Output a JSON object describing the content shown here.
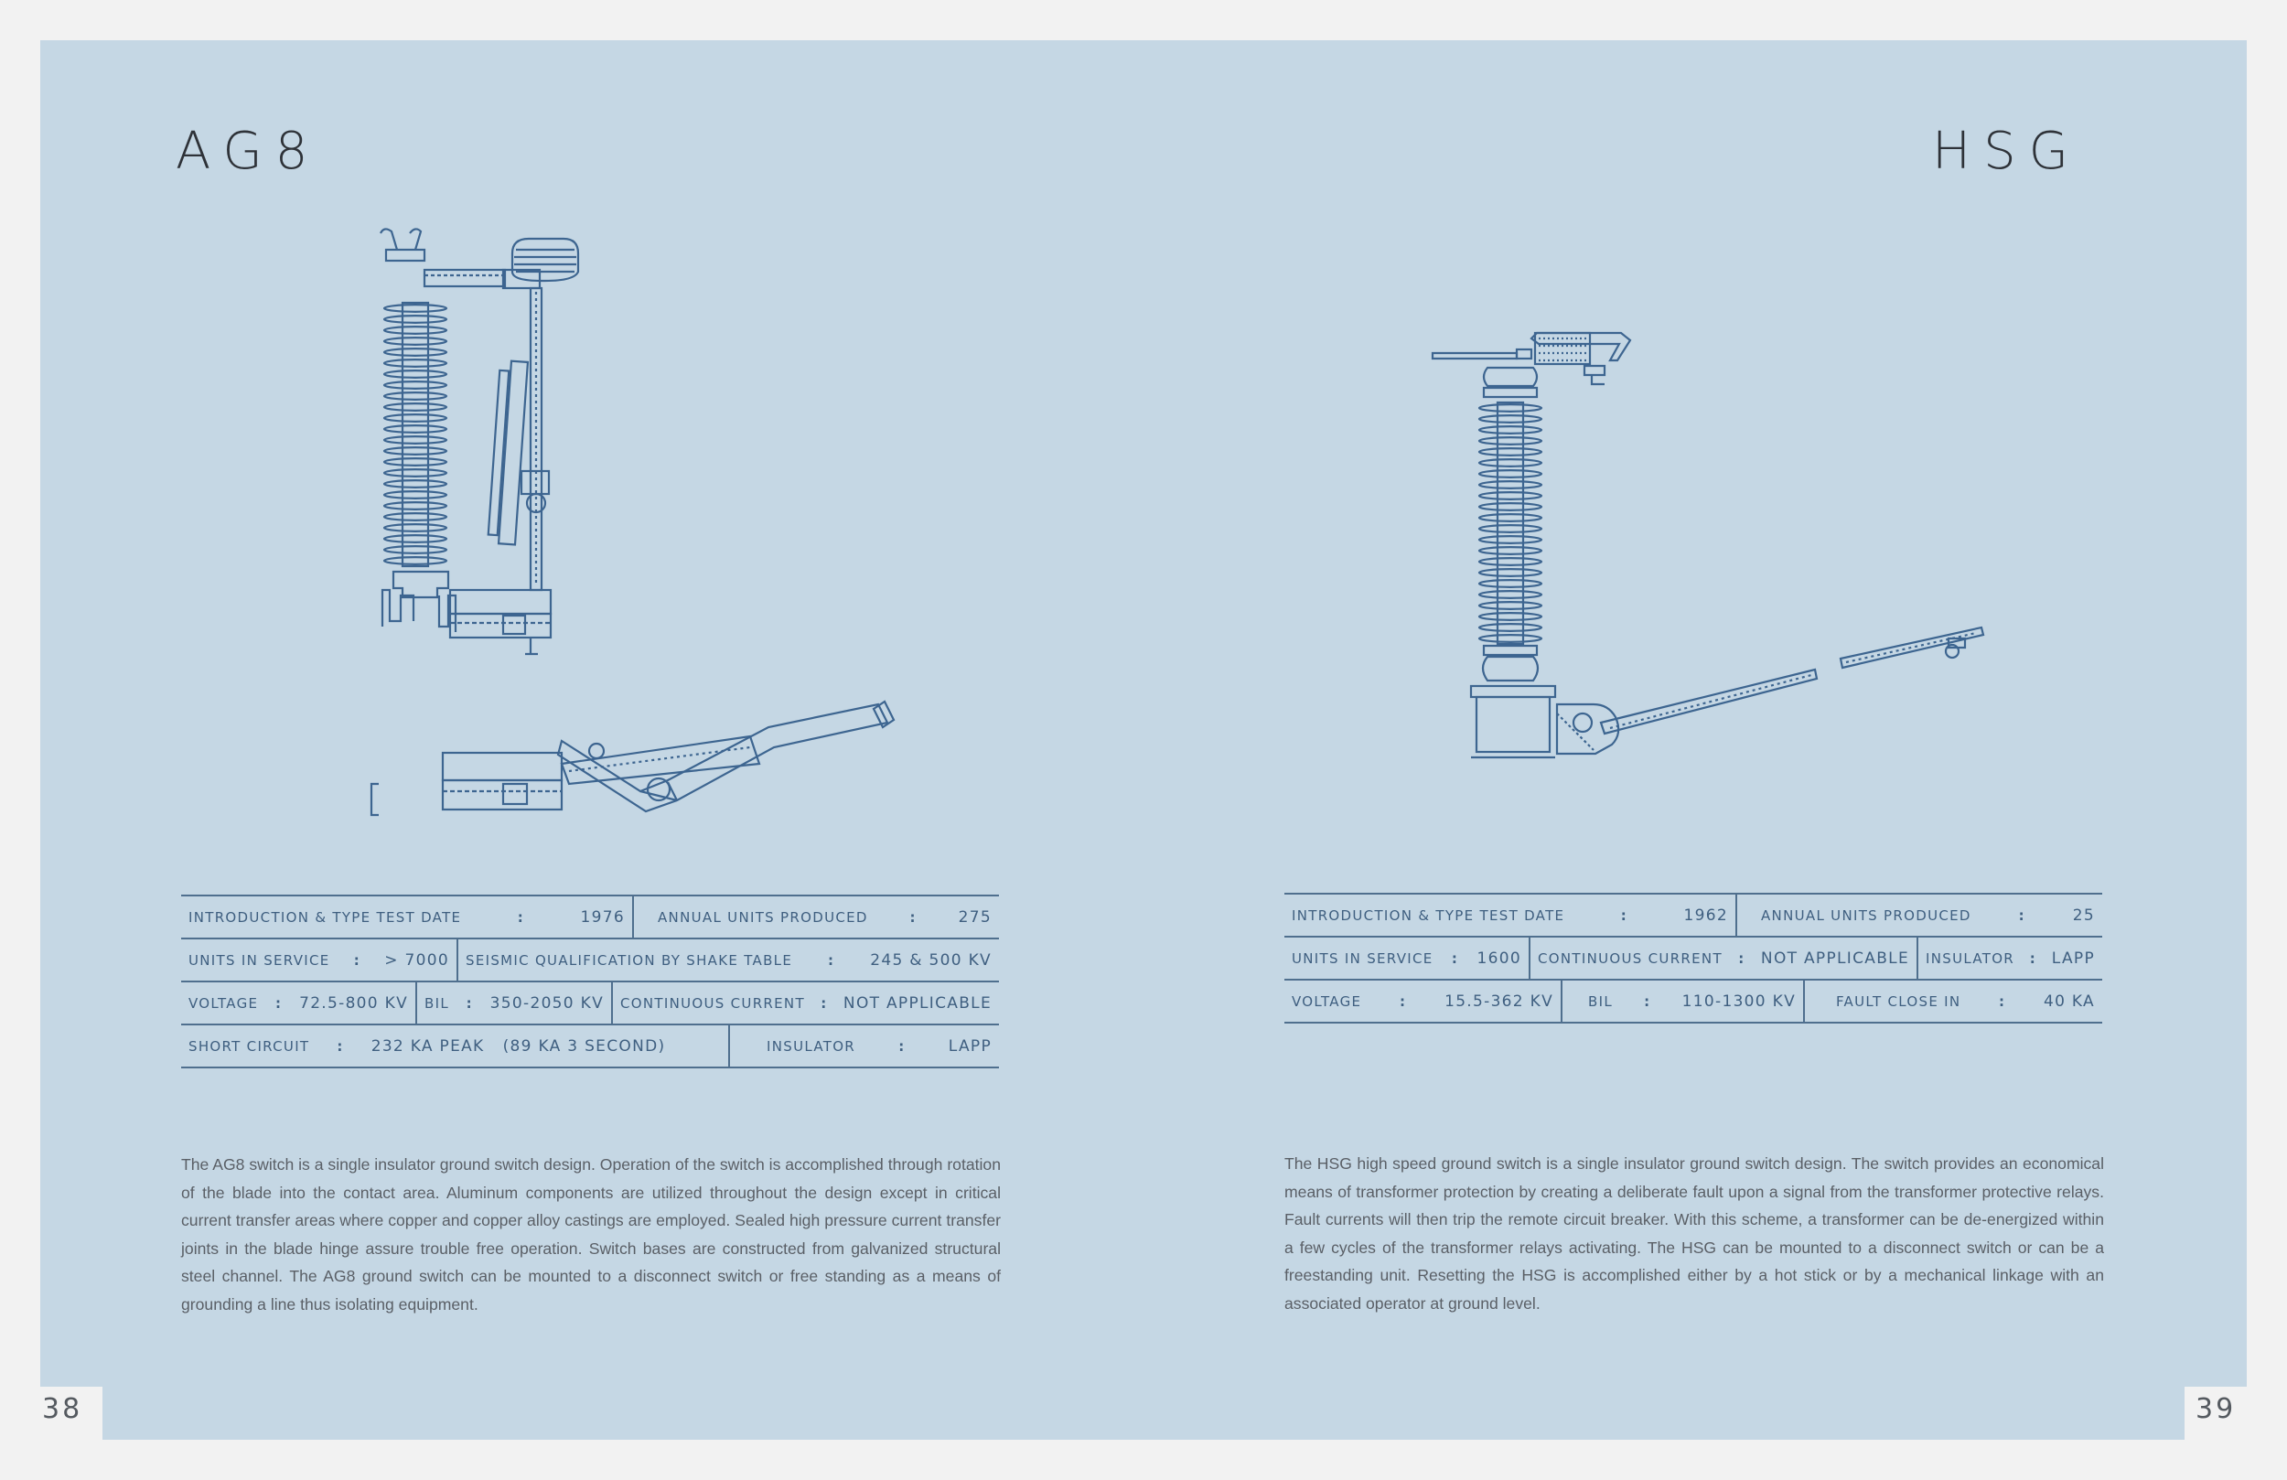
{
  "left": {
    "title": "AG8",
    "page_number": "38",
    "specs": [
      [
        {
          "label": "Introduction & Type Test Date",
          "value": "1976"
        },
        {
          "label": "Annual Units Produced",
          "value": "275"
        }
      ],
      [
        {
          "label": "Units in Service",
          "value": "> 7000"
        },
        {
          "label": "Seismic Qualification by Shake Table",
          "value": "245 & 500 kV"
        }
      ],
      [
        {
          "label": "Voltage",
          "value": "72.5-800 kV"
        },
        {
          "label": "BIL",
          "value": "350-2050 kV"
        },
        {
          "label": "Continuous Current",
          "value": "Not Applicable"
        }
      ],
      [
        {
          "label": "Short Circuit",
          "value": "232 kA Peak   (89 kA 3 Second)"
        },
        {
          "label": "Insulator",
          "value": "LAPP"
        }
      ]
    ],
    "description": "The AG8 switch is a single insulator ground switch design. Operation of the switch is accomplished through rotation of the blade into the contact area. Aluminum components are utilized throughout the design except in critical current transfer areas where copper and copper alloy castings are employed. Sealed high pressure current transfer joints in the blade hinge assure trouble free operation.  Switch bases are constructed from galvanized structural steel channel. The AG8 ground switch can be mounted to a disconnect switch or free standing as a means of grounding a line thus isolating equipment."
  },
  "right": {
    "title": "HSG",
    "page_number": "39",
    "specs": [
      [
        {
          "label": "Introduction & Type Test Date",
          "value": "1962"
        },
        {
          "label": "Annual Units Produced",
          "value": "25"
        }
      ],
      [
        {
          "label": "Units in Service",
          "value": "1600"
        },
        {
          "label": "Continuous Current",
          "value": "Not Applicable"
        },
        {
          "label": "Insulator",
          "value": "LAPP"
        }
      ],
      [
        {
          "label": "Voltage",
          "value": "15.5-362 kV"
        },
        {
          "label": "BIL",
          "value": "110-1300 kV"
        },
        {
          "label": "Fault Close In",
          "value": "40 kA"
        }
      ]
    ],
    "description": "The HSG high speed ground switch is a single insulator ground switch design. The switch provides an economical means of transformer protection by creating a deliberate fault upon a signal from the transformer protective relays. Fault currents will then trip the remote circuit breaker. With this scheme, a transformer can be de-energized within a few cycles of the transformer relays activating. The HSG can be mounted to a disconnect switch or can be a freestanding unit. Resetting the HSG is accomplished either by a hot stick or by a mechanical linkage with an associated operator at ground level."
  },
  "colors": {
    "page_background": "#c5d7e4",
    "outer_background": "#f2f2f2",
    "line_art": "#3d6590",
    "table_text": "#3f5f80",
    "title_text": "#2e3238",
    "body_text": "#5a5f66"
  },
  "icons": [
    "ag8-switch-illustration",
    "hsg-switch-illustration"
  ]
}
